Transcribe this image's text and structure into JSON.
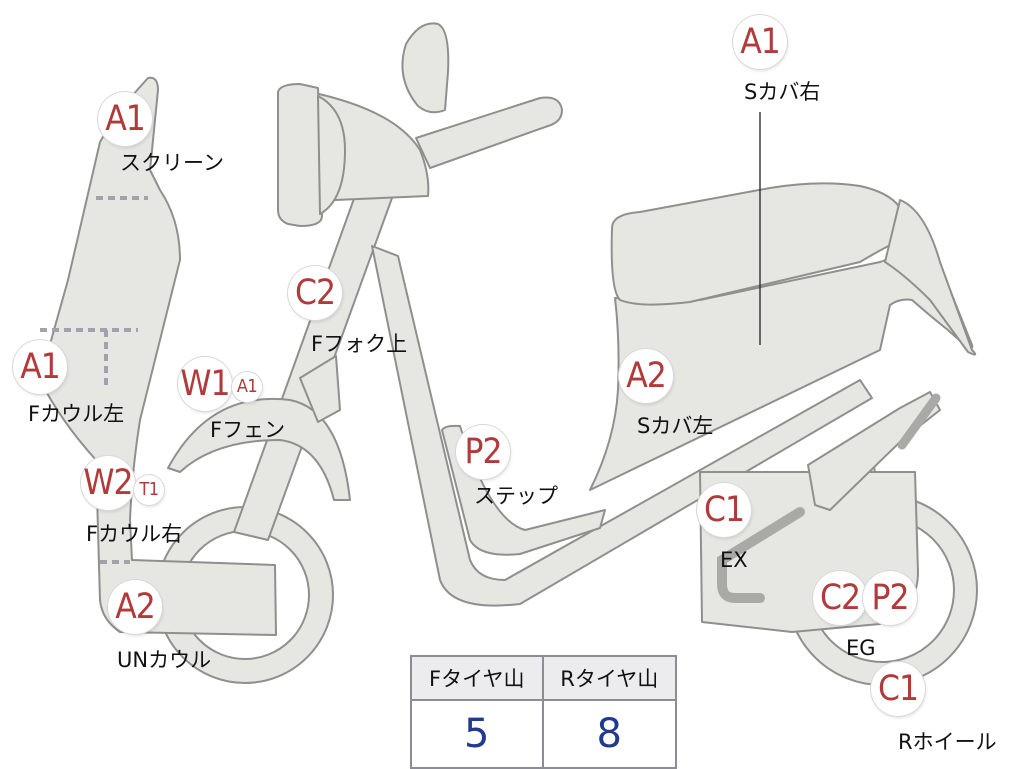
{
  "labels": {
    "screen": "スクリーン",
    "f_cowl_left": "Fカウル左",
    "f_cowl_right": "Fカウル右",
    "un_cowl": "UNカウル",
    "f_fender": "Fフェン",
    "f_fork_upper": "Fフォク上",
    "step": "ステップ",
    "s_cover_left": "Sカバ左",
    "s_cover_right": "Sカバ右",
    "ex": "EX",
    "eg": "EG",
    "r_wheel": "Rホイール"
  },
  "badges": {
    "screen": "A1",
    "f_cowl_left": "A1",
    "f_cowl_right_main": "W2",
    "f_cowl_right_sub": "T1",
    "un_cowl": "A2",
    "f_fender_main": "W1",
    "f_fender_sub": "A1",
    "f_fork_upper": "C2",
    "step": "P2",
    "s_cover_left": "A2",
    "s_cover_right": "A1",
    "ex": "C1",
    "eg_1": "C2",
    "eg_2": "P2",
    "r_wheel": "C1"
  },
  "tire_table": {
    "headers": [
      "Fタイヤ山",
      "Rタイヤ山"
    ],
    "values": [
      "5",
      "8"
    ]
  },
  "colors": {
    "badge_text": "#b13b3b",
    "table_value": "#1f3a8f",
    "part_fill": "#e6e6e3",
    "part_outline": "#8f8f8c"
  }
}
